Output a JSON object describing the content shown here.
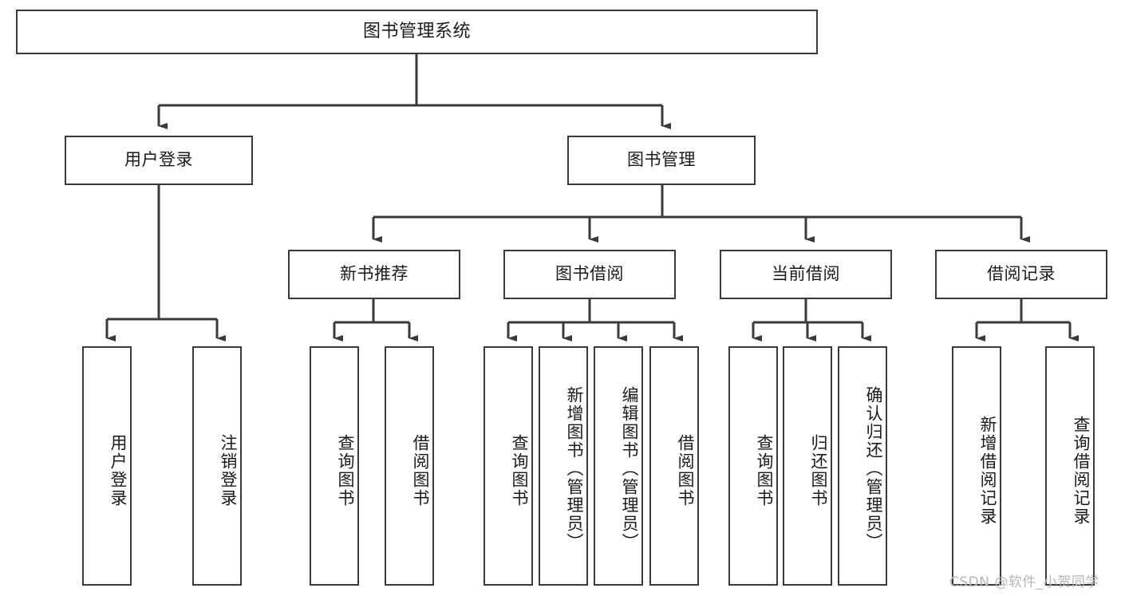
{
  "diagram": {
    "title": "图书管理系统",
    "type": "tree",
    "root": {
      "label": "图书管理系统"
    },
    "level2": [
      {
        "label": "用户登录"
      },
      {
        "label": "图书管理"
      }
    ],
    "level3": [
      {
        "label": "新书推荐"
      },
      {
        "label": "图书借阅"
      },
      {
        "label": "当前借阅"
      },
      {
        "label": "借阅记录"
      }
    ],
    "leaves": {
      "user_login": [
        {
          "label": "用户登录"
        },
        {
          "label": "注销登录"
        }
      ],
      "new_book_recommend": [
        {
          "label": "查询图书"
        },
        {
          "label": "借阅图书"
        }
      ],
      "book_borrow": [
        {
          "label": "查询图书"
        },
        {
          "label": "新增图书（管理员）"
        },
        {
          "label": "编辑图书（管理员）"
        },
        {
          "label": "借阅图书"
        }
      ],
      "current_borrow": [
        {
          "label": "查询图书"
        },
        {
          "label": "归还图书"
        },
        {
          "label": "确认归还（管理员）"
        }
      ],
      "borrow_record": [
        {
          "label": "新增借阅记录"
        },
        {
          "label": "查询借阅记录"
        }
      ]
    }
  },
  "watermark": {
    "text": "CSDN @软件_小贺同学"
  },
  "colors": {
    "stroke": "#3a3a3a",
    "text": "#1a1a1a",
    "background": "#ffffff",
    "watermark": "#b6b6b6"
  }
}
